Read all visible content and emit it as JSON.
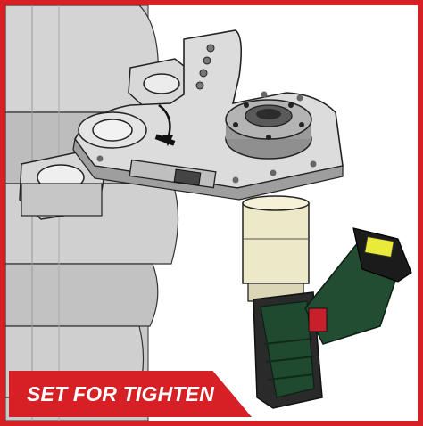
{
  "caption": {
    "text": "SET FOR TIGHTEN"
  },
  "colors": {
    "border": "#d71f26",
    "caption_background": "#d71f26",
    "caption_text": "#ffffff",
    "machine_gray": "#c8c8c8",
    "extension_cream": "#ece8c8",
    "drill_green": "#1f4a2f"
  },
  "icons": {
    "rotation_arrow": "curved-arrow-clockwise",
    "drill_light": "led-work-light"
  }
}
